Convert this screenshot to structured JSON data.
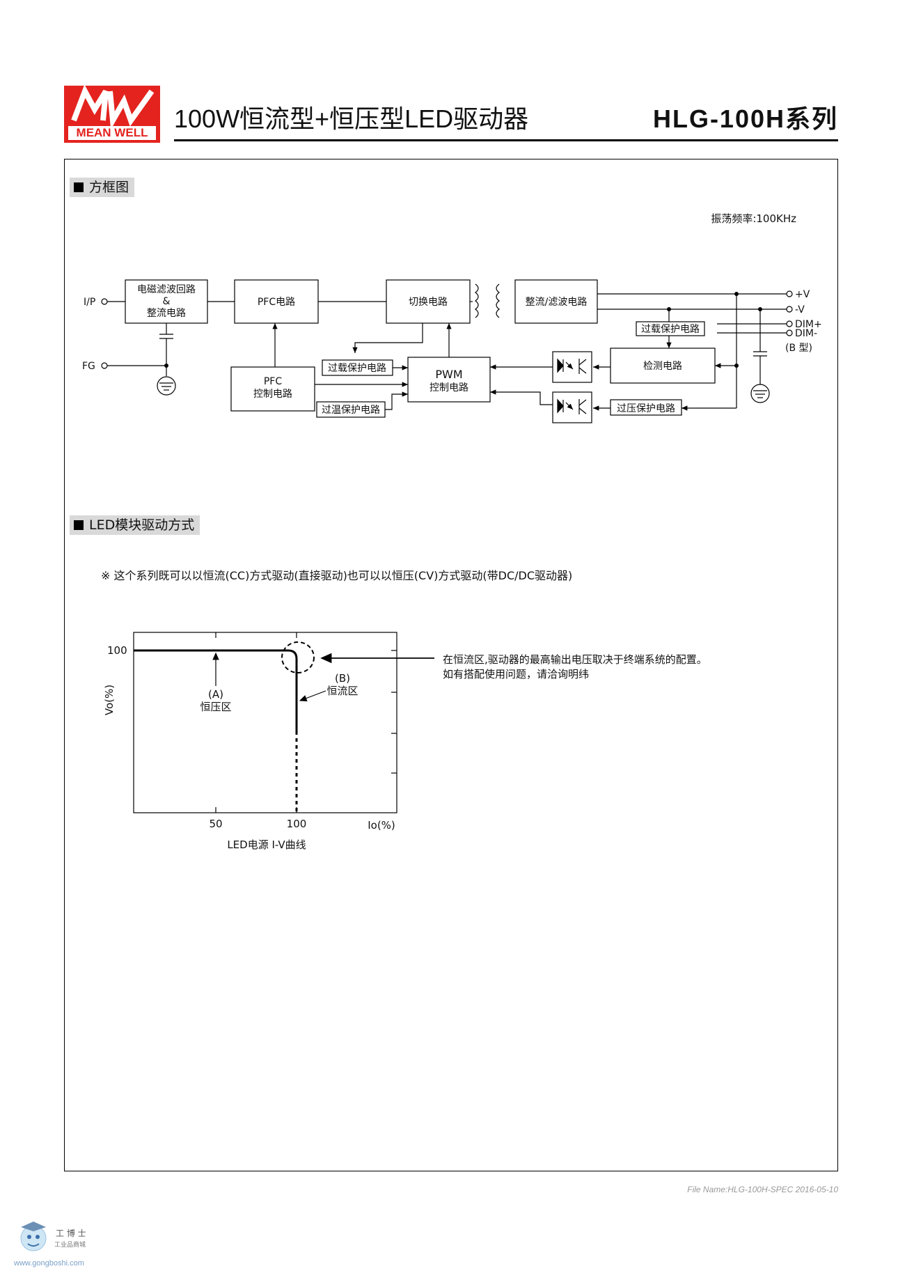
{
  "header": {
    "logo_sub": "MEAN WELL",
    "title": "100W恒流型+恒压型LED驱动器",
    "series": "HLG-100H系列"
  },
  "block_section": {
    "heading": "方框图",
    "oscillation": "振荡频率:100KHz",
    "labels": {
      "ip": "I/P",
      "fg": "FG",
      "emi_1": "电磁滤波回路",
      "emi_2": "&",
      "emi_3": "整流电路",
      "pfc": "PFC电路",
      "switch": "切换电路",
      "rect_filter": "整流/滤波电路",
      "pfc_ctrl_1": "PFC",
      "pfc_ctrl_2": "控制电路",
      "pwm_1": "PWM",
      "pwm_2": "控制电路",
      "ocp": "过载保护电路",
      "otp": "过温保护电路",
      "ocp2": "过载保护电路",
      "detect": "检测电路",
      "ovp": "过压保护电路",
      "vplus": "+V",
      "vminus": "-V",
      "dimplus": "DIM+",
      "dimminus": "DIM-",
      "btype": "(B 型)"
    }
  },
  "led_section": {
    "heading": "LED模块驱动方式",
    "note": "※ 这个系列既可以以恒流(CC)方式驱动(直接驱动)也可以以恒压(CV)方式驱动(带DC/DC驱动器)",
    "chart": {
      "y_tick": "100",
      "y_label": "Vo(%)",
      "x_ticks": [
        "50",
        "100"
      ],
      "x_label": "Io(%)",
      "a_label": "(A)",
      "a_text": "恒压区",
      "b_label": "(B)",
      "b_text": "恒流区",
      "caption": "LED电源 I-V曲线",
      "remark_1": "在恒流区,驱动器的最高输出电压取决于终端系统的配置。",
      "remark_2": "如有搭配使用问题，请洽询明纬"
    }
  },
  "footer": {
    "file": "File Name:HLG-100H-SPEC   2016-05-10"
  },
  "watermark": {
    "brand": "工 博 士",
    "tagline": "工业品商城",
    "url": "www.gongboshi.com"
  }
}
